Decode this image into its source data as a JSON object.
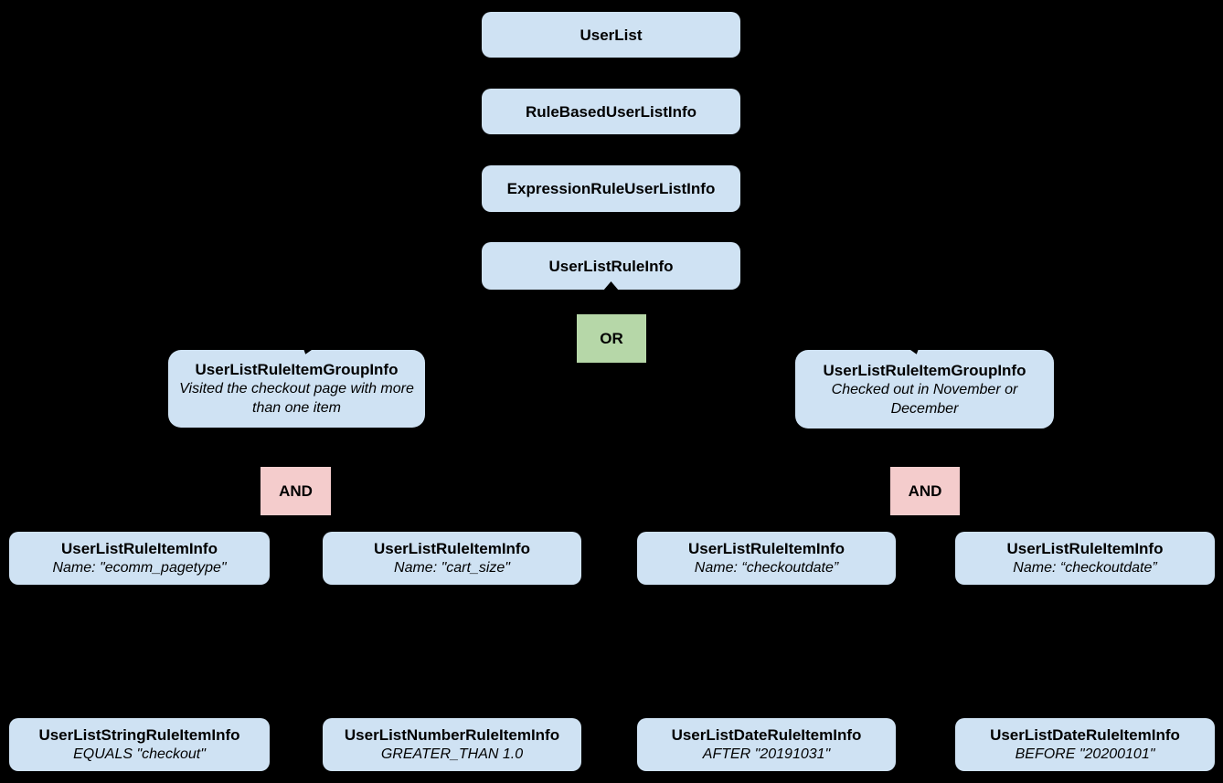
{
  "colors": {
    "background": "#000000",
    "node_fill": "#cfe2f3",
    "or_fill": "#b6d7a8",
    "and_fill": "#f4cccc",
    "text": "#000000"
  },
  "hierarchy": {
    "user_list": {
      "label": "UserList"
    },
    "rule_based_user_list_info": {
      "label": "RuleBasedUserListInfo"
    },
    "expression_rule_user_list_info": {
      "label": "ExpressionRuleUserListInfo"
    },
    "user_list_rule_info": {
      "label": "UserListRuleInfo"
    },
    "or_operator": {
      "label": "OR"
    },
    "groups": {
      "left": {
        "label": "UserListRuleItemGroupInfo",
        "description": "Visited the checkout page with more than one item",
        "operator": "AND"
      },
      "right": {
        "label": "UserListRuleItemGroupInfo",
        "description": "Checked out in November or December",
        "operator": "AND"
      }
    },
    "rule_items": [
      {
        "label": "UserListRuleItemInfo",
        "detail": "Name: \"ecomm_pagetype\""
      },
      {
        "label": "UserListRuleItemInfo",
        "detail": "Name: \"cart_size\""
      },
      {
        "label": "UserListRuleItemInfo",
        "detail": "Name: “checkoutdate”"
      },
      {
        "label": "UserListRuleItemInfo",
        "detail": "Name: “checkoutdate”"
      }
    ],
    "leaf_items": [
      {
        "label": "UserListStringRuleItemInfo",
        "detail": "EQUALS \"checkout\""
      },
      {
        "label": "UserListNumberRuleItemInfo",
        "detail": "GREATER_THAN 1.0"
      },
      {
        "label": "UserListDateRuleItemInfo",
        "detail": "AFTER \"20191031\""
      },
      {
        "label": "UserListDateRuleItemInfo",
        "detail": "BEFORE \"20200101\""
      }
    ]
  }
}
